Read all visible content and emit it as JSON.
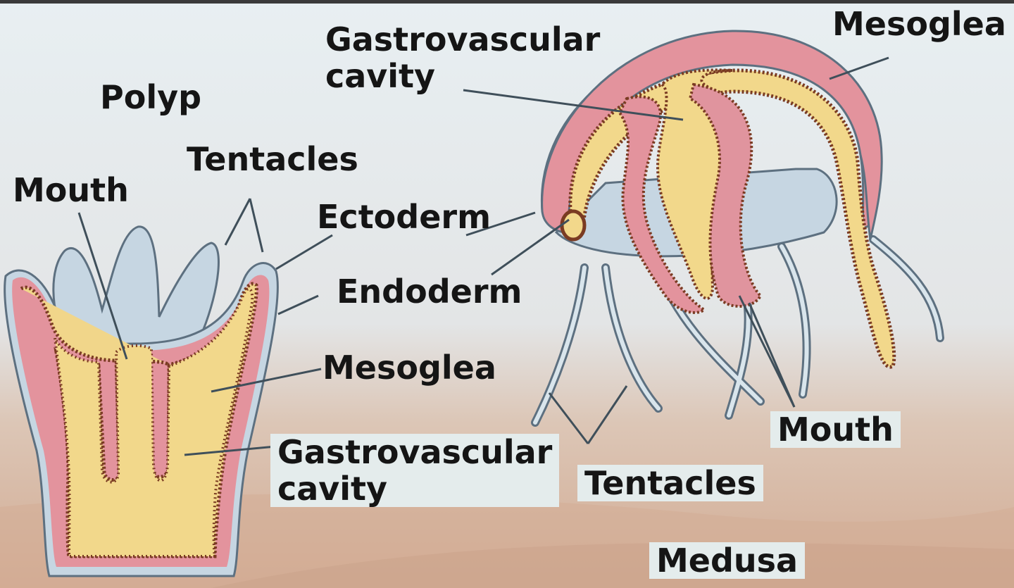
{
  "polyp": {
    "title": "Polyp",
    "labels": {
      "tentacles": "Tentacles",
      "mouth": "Mouth",
      "ectoderm": "Ectoderm",
      "endoderm": "Endoderm",
      "mesoglea": "Mesoglea",
      "gastro_line1": "Gastrovascular",
      "gastro_line2": "cavity"
    }
  },
  "medusa": {
    "title": "Medusa",
    "labels": {
      "gastro_line1": "Gastrovascular",
      "gastro_line2": "cavity",
      "mesoglea": "Mesoglea",
      "mouth": "Mouth",
      "tentacles": "Tentacles"
    }
  },
  "colors": {
    "ectoderm": "#c7d7e3",
    "endoderm_dots": "#7a3b22",
    "mesoglea": "#e0949e",
    "cavity": "#f2d88b",
    "background_top": "#e7eef0",
    "background_sand": "#d9b8a2"
  }
}
